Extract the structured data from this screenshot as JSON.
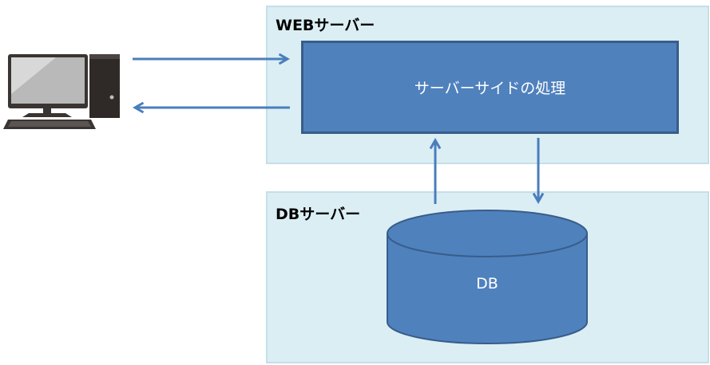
{
  "web_server": {
    "label": "WEBサーバー",
    "process_label": "サーバーサイドの処理"
  },
  "db_server": {
    "label": "DBサーバー",
    "database_label": "DB"
  },
  "client": {
    "icon": "desktop-computer-icon"
  },
  "colors": {
    "server_fill": "#dbeef4",
    "shape_fill": "#4f81bd",
    "shape_border": "#385d8a",
    "arrow": "#4a7ebb"
  }
}
